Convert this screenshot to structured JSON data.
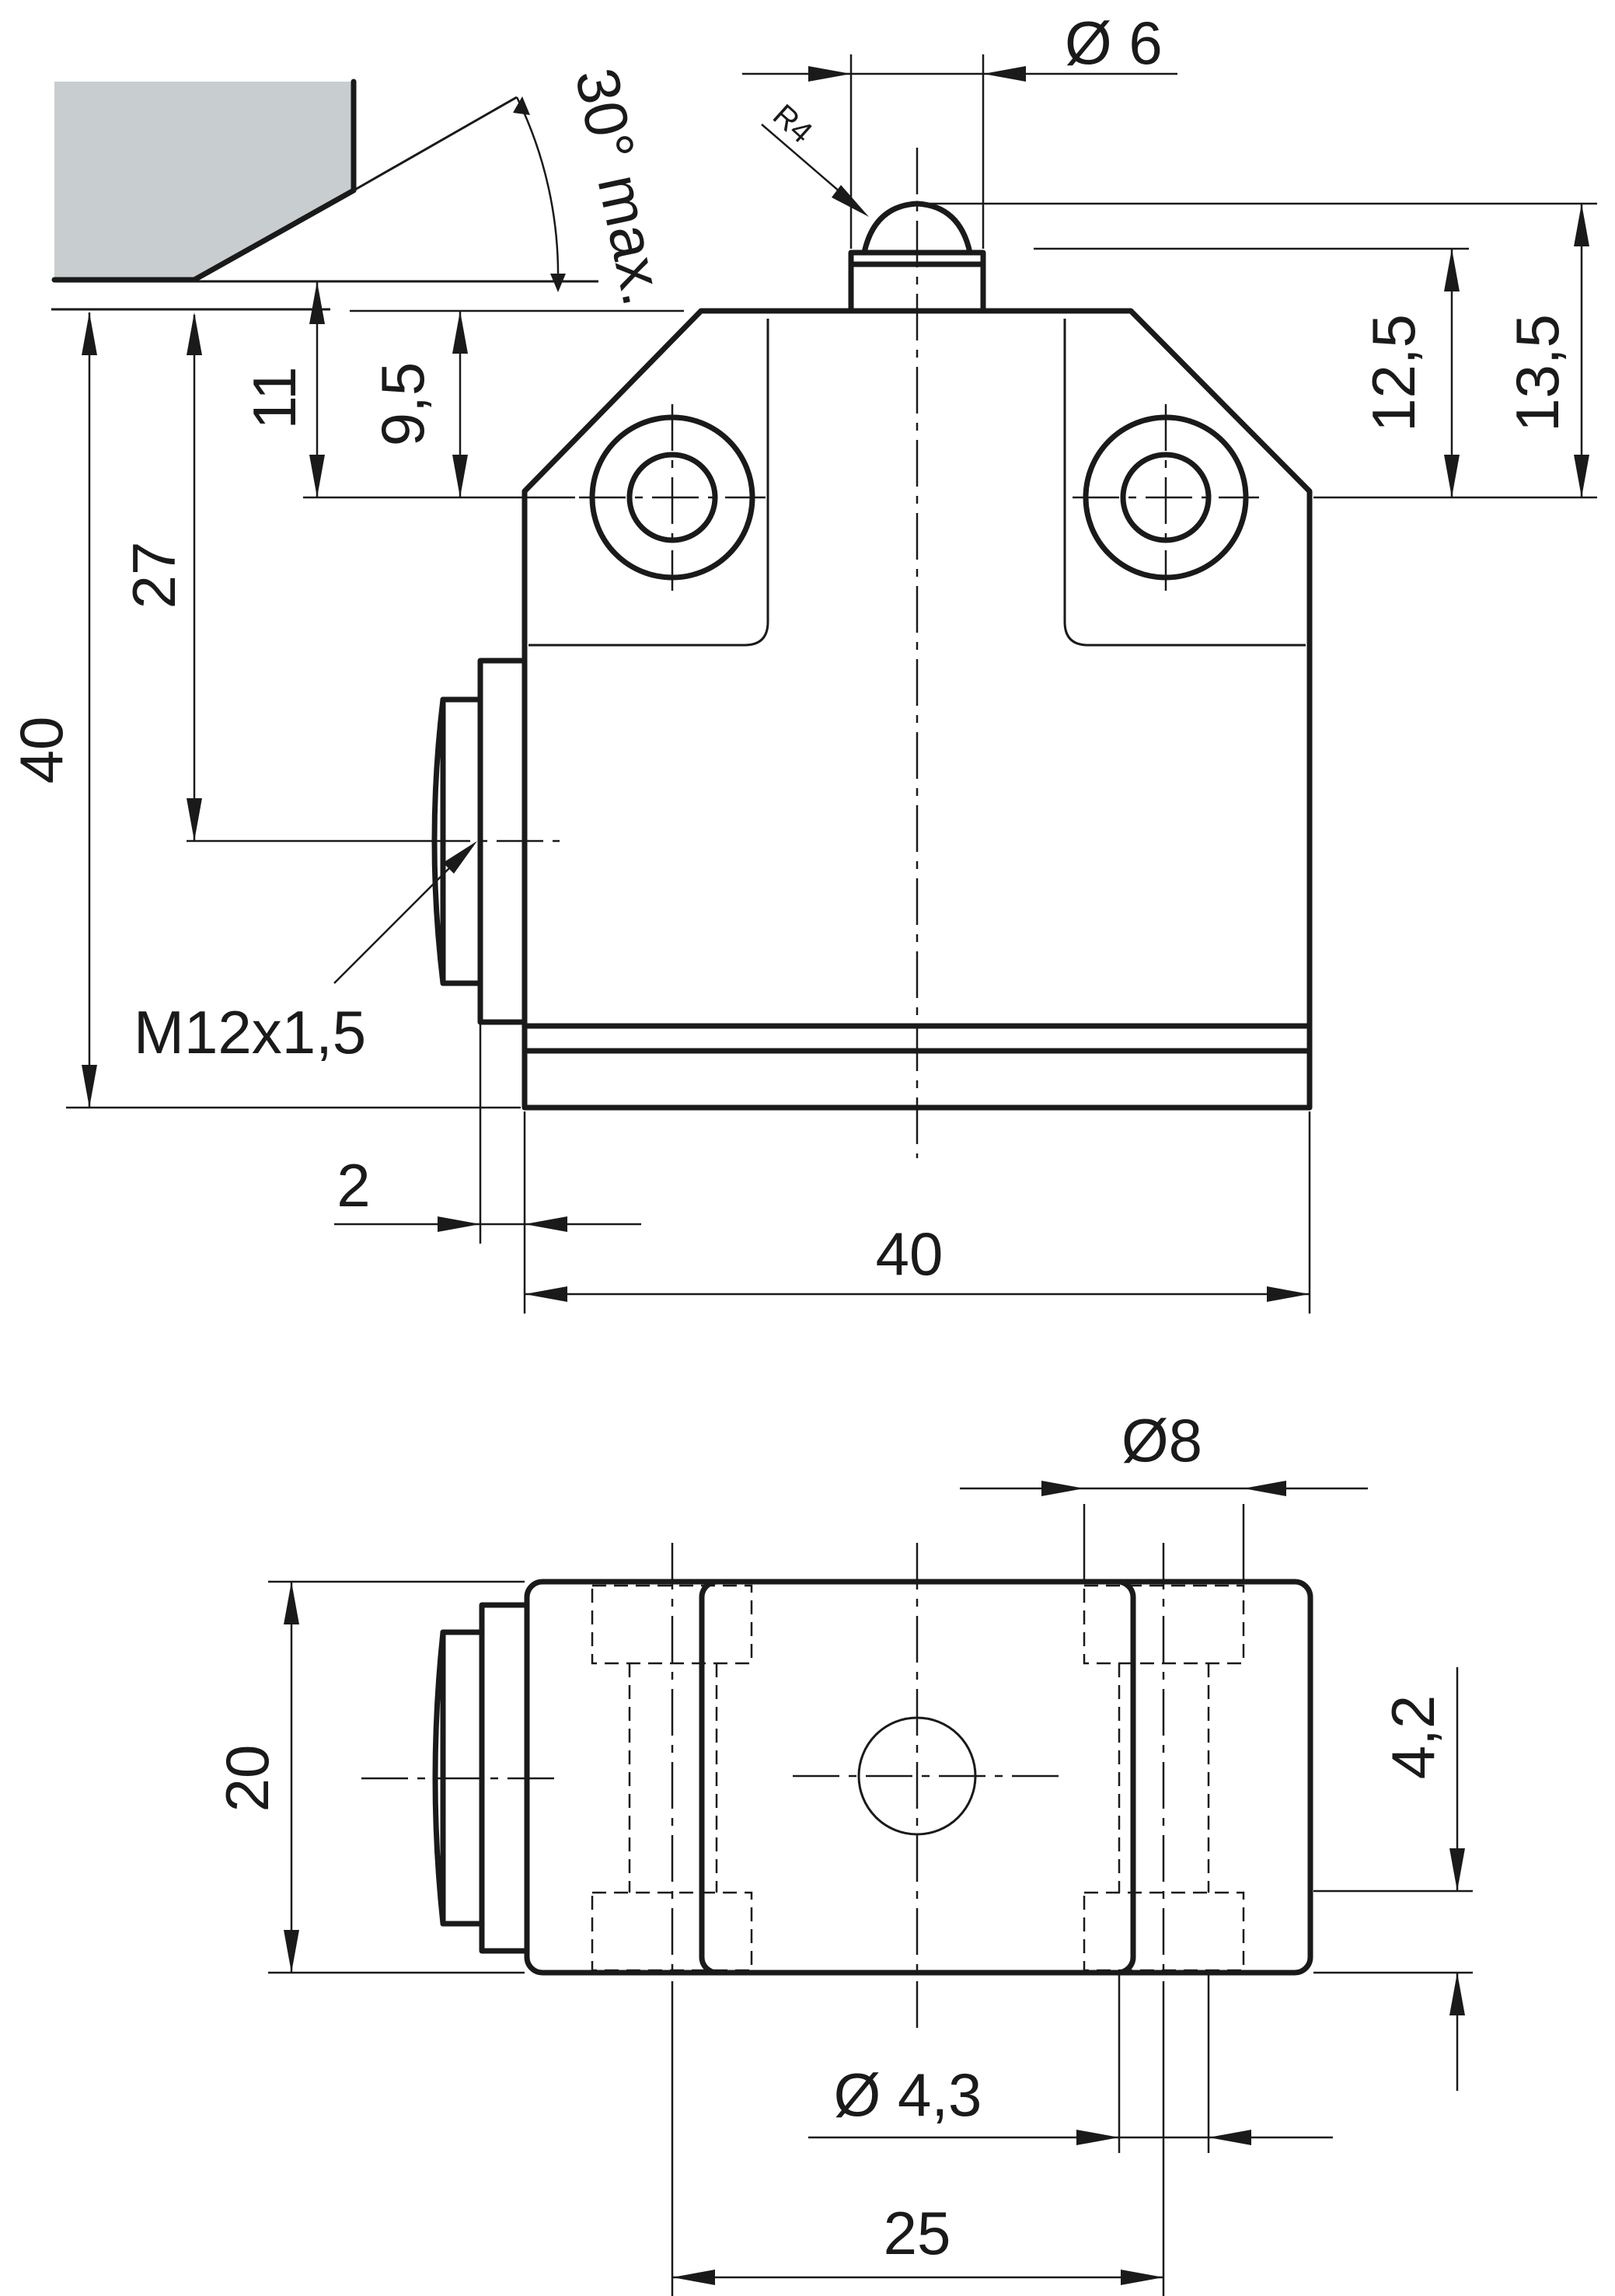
{
  "labels": {
    "dia_plunger": "Ø 6",
    "radius": "R4",
    "angle": "30° max.",
    "d_11": "11",
    "d_9_5": "9,5",
    "d_12_5": "12,5",
    "d_13_5": "13,5",
    "d_27": "27",
    "d_40_height": "40",
    "thread": "M12x1,5",
    "d_2": "2",
    "d_40_width": "40",
    "dia_8": "Ø8",
    "d_20": "20",
    "d_4_2": "4,2",
    "dia_hole": "Ø 4,3",
    "d_25": "25"
  },
  "colors": {
    "line": "#1a1a1a",
    "actuator_fill": "#c8cdd0"
  }
}
